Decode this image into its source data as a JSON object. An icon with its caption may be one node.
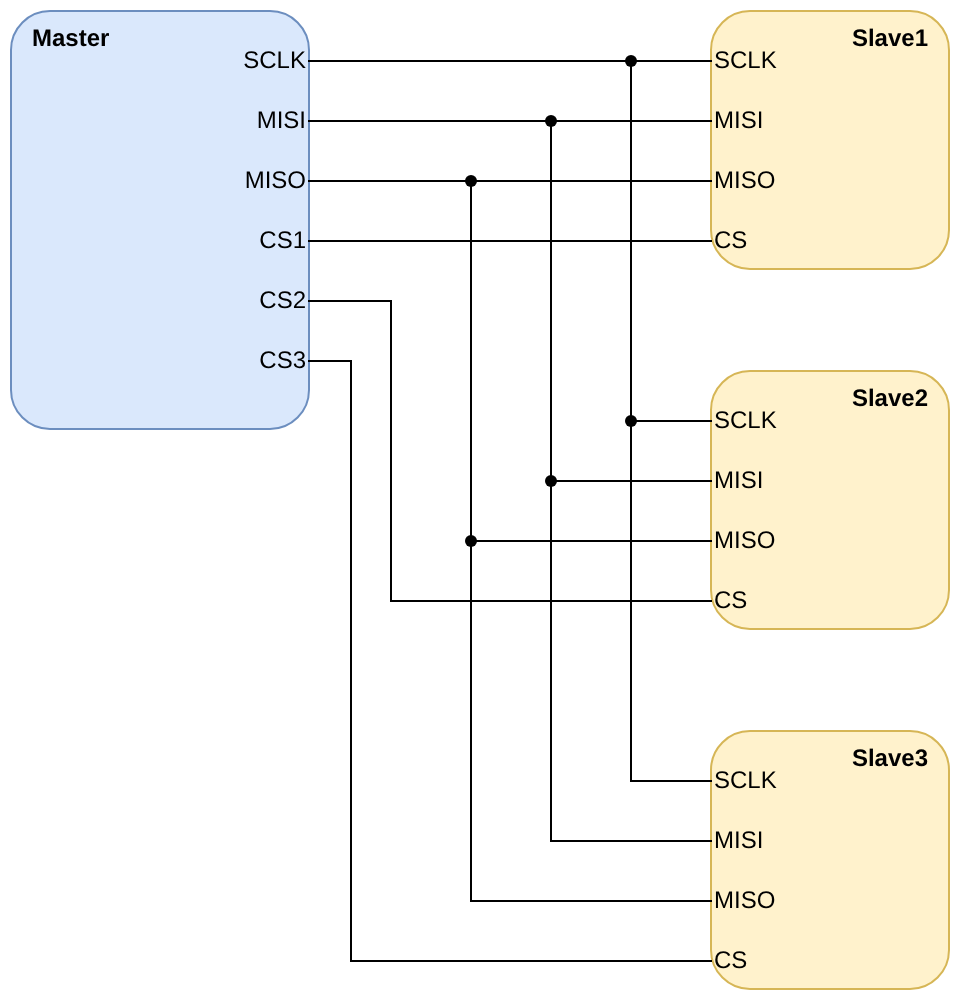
{
  "diagram": {
    "nodes": [
      {
        "text": [
          "Master"
        ]
      },
      {
        "text": [
          "SCLK"
        ],
        "in": 0
      },
      {
        "text": [
          "MISI"
        ],
        "in": 0
      },
      {
        "text": [
          "MISO"
        ],
        "in": 0
      },
      {
        "text": [
          "CS1"
        ],
        "in": 0
      },
      {
        "text": [
          "CS2"
        ],
        "in": 0
      },
      {
        "text": [
          "CS3"
        ],
        "in": 0
      },
      {
        "text": [
          "Slave1"
        ]
      },
      {
        "text": [
          "SCLK"
        ],
        "in": 7
      },
      {
        "text": [
          "MISI"
        ],
        "in": 7
      },
      {
        "text": [
          "MISO"
        ],
        "in": 7
      },
      {
        "text": [
          "CS"
        ],
        "in": 7
      },
      {
        "text": [
          "Slave2"
        ]
      },
      {
        "text": [
          "SCLK"
        ],
        "in": 12
      },
      {
        "text": [
          "MISI"
        ],
        "in": 12
      },
      {
        "text": [
          "MISO"
        ],
        "in": 12
      },
      {
        "text": [
          "CS"
        ],
        "in": 12
      },
      {
        "text": [
          "Slave3"
        ]
      },
      {
        "text": [
          "SCLK"
        ],
        "in": 17
      },
      {
        "text": [
          "MISI"
        ],
        "in": 17
      },
      {
        "text": [
          "MISO"
        ],
        "in": 17
      },
      {
        "text": [
          "CS"
        ],
        "in": 17
      }
    ],
    "edges": [
      {
        "from": 1,
        "to": 8,
        "arrow": "none"
      },
      {
        "from": 1,
        "to": 13,
        "arrow": "none"
      },
      {
        "from": 1,
        "to": 18,
        "arrow": "none"
      },
      {
        "from": 2,
        "to": 9,
        "arrow": "none"
      },
      {
        "from": 2,
        "to": 14,
        "arrow": "none"
      },
      {
        "from": 2,
        "to": 19,
        "arrow": "none"
      },
      {
        "from": 3,
        "to": 10,
        "arrow": "none"
      },
      {
        "from": 3,
        "to": 15,
        "arrow": "none"
      },
      {
        "from": 3,
        "to": 20,
        "arrow": "none"
      },
      {
        "from": 4,
        "to": 11,
        "arrow": "none"
      },
      {
        "from": 5,
        "to": 16,
        "arrow": "none"
      },
      {
        "from": 6,
        "to": 21,
        "arrow": "none"
      }
    ]
  }
}
